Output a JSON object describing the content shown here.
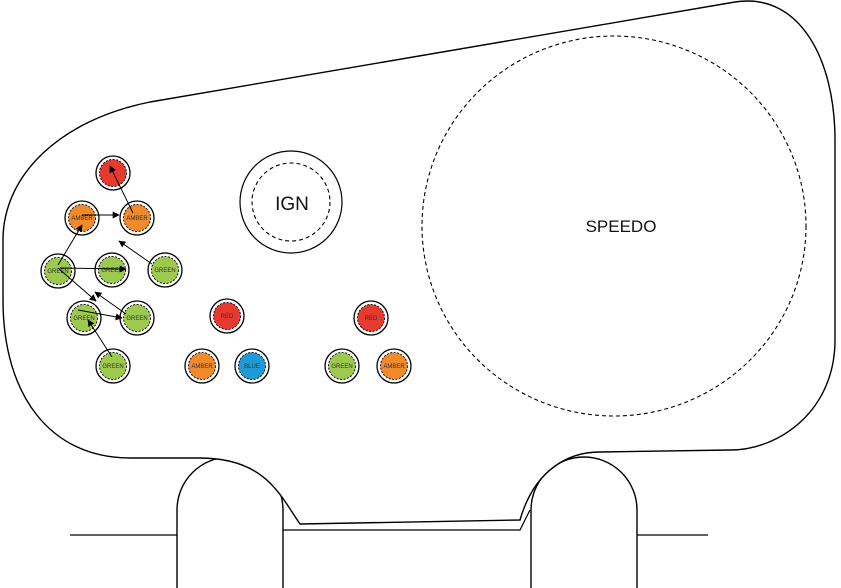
{
  "gauges": {
    "speedo_label": "SPEEDO",
    "ign_label": "IGN"
  },
  "leds": [
    {
      "id": "led-red-top",
      "label": "",
      "color": "#e63a2e"
    },
    {
      "id": "led-amber-left",
      "label": "AMBER",
      "color": "#f08a2a"
    },
    {
      "id": "led-amber-right",
      "label": "AMBER",
      "color": "#f08a2a"
    },
    {
      "id": "led-green-row3-left",
      "label": "GREEN",
      "color": "#9cc94e"
    },
    {
      "id": "led-green-row3-mid",
      "label": "GREEN",
      "color": "#9cc94e"
    },
    {
      "id": "led-green-row3-right",
      "label": "GREEN",
      "color": "#9cc94e"
    },
    {
      "id": "led-green-row4-left",
      "label": "GREEN",
      "color": "#9cc94e"
    },
    {
      "id": "led-green-row4-right",
      "label": "GREEN",
      "color": "#9cc94e"
    },
    {
      "id": "led-green-bottom",
      "label": "GREEN",
      "color": "#9cc94e"
    },
    {
      "id": "led-red-center",
      "label": "RED",
      "color": "#e63a2e"
    },
    {
      "id": "led-amber-center",
      "label": "AMBER",
      "color": "#f08a2a"
    },
    {
      "id": "led-blue-center",
      "label": "BLUE",
      "color": "#1e9ad6"
    },
    {
      "id": "led-red-right",
      "label": "RED",
      "color": "#e63a2e"
    },
    {
      "id": "led-green-right",
      "label": "GREEN",
      "color": "#9cc94e"
    },
    {
      "id": "led-amber-far-right",
      "label": "AMBER",
      "color": "#f08a2a"
    }
  ]
}
